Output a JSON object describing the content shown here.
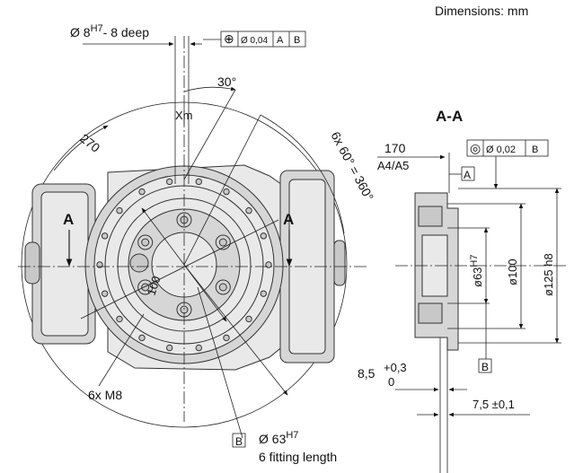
{
  "header": {
    "units": "Dimensions: mm"
  },
  "front_view": {
    "hole_callout_prefix": "Ø 8",
    "hole_callout_fit": "H7",
    "hole_callout_suffix": "- 8 deep",
    "position_tolerance": {
      "symbol": "⊕",
      "value": "Ø 0,04",
      "datum1": "A",
      "datum2": "B"
    },
    "angle_30": "30°",
    "angle_270": "270",
    "pattern_angle": "6x 60° = 360°",
    "xm_label": "Xm",
    "section_marker": "A",
    "pitch_diameter": "100",
    "thread_callout": "6x M8",
    "datum_b": "B",
    "bore_prefix": "Ø 63",
    "bore_fit": "H7",
    "fitting_length": "6 fitting length"
  },
  "section_view": {
    "title": "A-A",
    "distance_value": "170",
    "distance_note": "A4/A5",
    "datum_a": "A",
    "concentricity": {
      "symbol": "◎",
      "value": "Ø 0,02",
      "datum": "B"
    },
    "dia_63": "ø63",
    "dia_63_fit": "H7",
    "dia_100": "ø100",
    "dia_125": "ø125 h8",
    "datum_b": "B",
    "depth_main": "8,5",
    "depth_upper": "+0,3",
    "depth_lower": "0",
    "spigot": "7,5 ±0,1"
  },
  "colors": {
    "line": "#222222",
    "fill_light": "#e9e9e9",
    "fill_mid": "#d6d6d6",
    "fill_dark": "#c8c8c8"
  }
}
